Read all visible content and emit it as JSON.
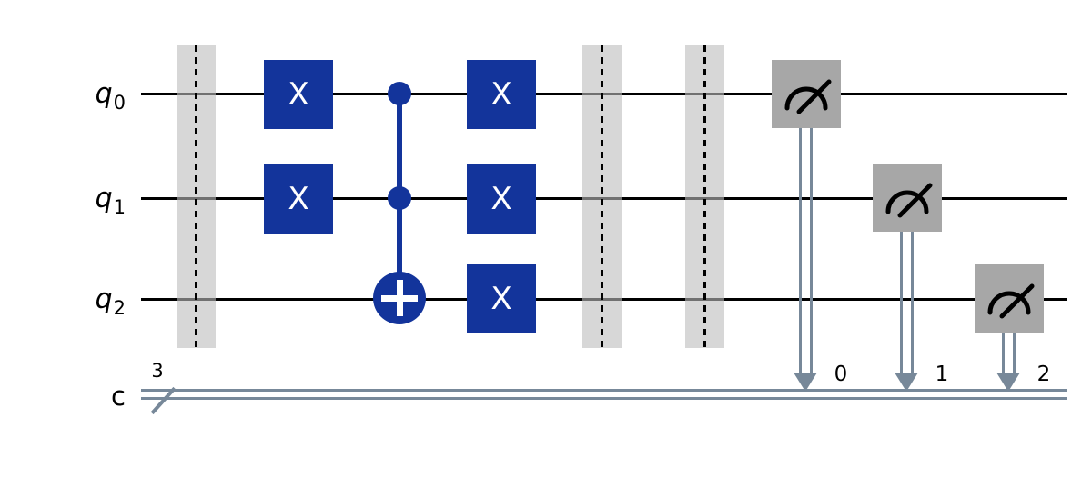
{
  "diagram_type": "quantum-circuit",
  "qubits": [
    {
      "base": "q",
      "sub": "0"
    },
    {
      "base": "q",
      "sub": "1"
    },
    {
      "base": "q",
      "sub": "2"
    }
  ],
  "classical_register": {
    "label": "c",
    "size": "3"
  },
  "gate_labels": {
    "x": "X"
  },
  "measure_targets": [
    "0",
    "1",
    "2"
  ],
  "colors": {
    "gate_blue": "#13349B",
    "gate_text": "#FFFFFF",
    "measure_gray": "#A7A7A7",
    "classical_wire": "#778899",
    "quantum_wire": "#000000",
    "barrier_fill": "#BDBDBD",
    "barrier_opacity": 0.6,
    "background": "#FFFFFF"
  },
  "circuit": {
    "columns": [
      {
        "type": "barrier",
        "qubits": [
          "q0",
          "q1",
          "q2"
        ]
      },
      {
        "type": "x",
        "targets": [
          "q0",
          "q1"
        ]
      },
      {
        "type": "ccx",
        "controls": [
          "q0",
          "q1"
        ],
        "target": "q2"
      },
      {
        "type": "x",
        "targets": [
          "q0",
          "q1",
          "q2"
        ]
      },
      {
        "type": "barrier",
        "qubits": [
          "q0",
          "q1",
          "q2"
        ]
      },
      {
        "type": "barrier",
        "qubits": [
          "q0",
          "q1",
          "q2"
        ]
      },
      {
        "type": "measure",
        "qubit": "q0",
        "clbit": "0"
      },
      {
        "type": "measure",
        "qubit": "q1",
        "clbit": "1"
      },
      {
        "type": "measure",
        "qubit": "q2",
        "clbit": "2"
      }
    ]
  }
}
